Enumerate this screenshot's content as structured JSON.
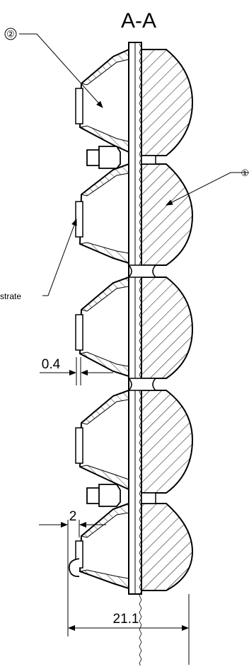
{
  "drawing": {
    "section_title": "A-A",
    "callouts": [
      {
        "id": "callout-1",
        "symbol": "①"
      },
      {
        "id": "callout-2",
        "symbol": "②"
      }
    ],
    "substrate_label": "strate",
    "dimensions": {
      "gap_thickness": "0.4",
      "offset": "2",
      "total_width": "21.1"
    }
  }
}
